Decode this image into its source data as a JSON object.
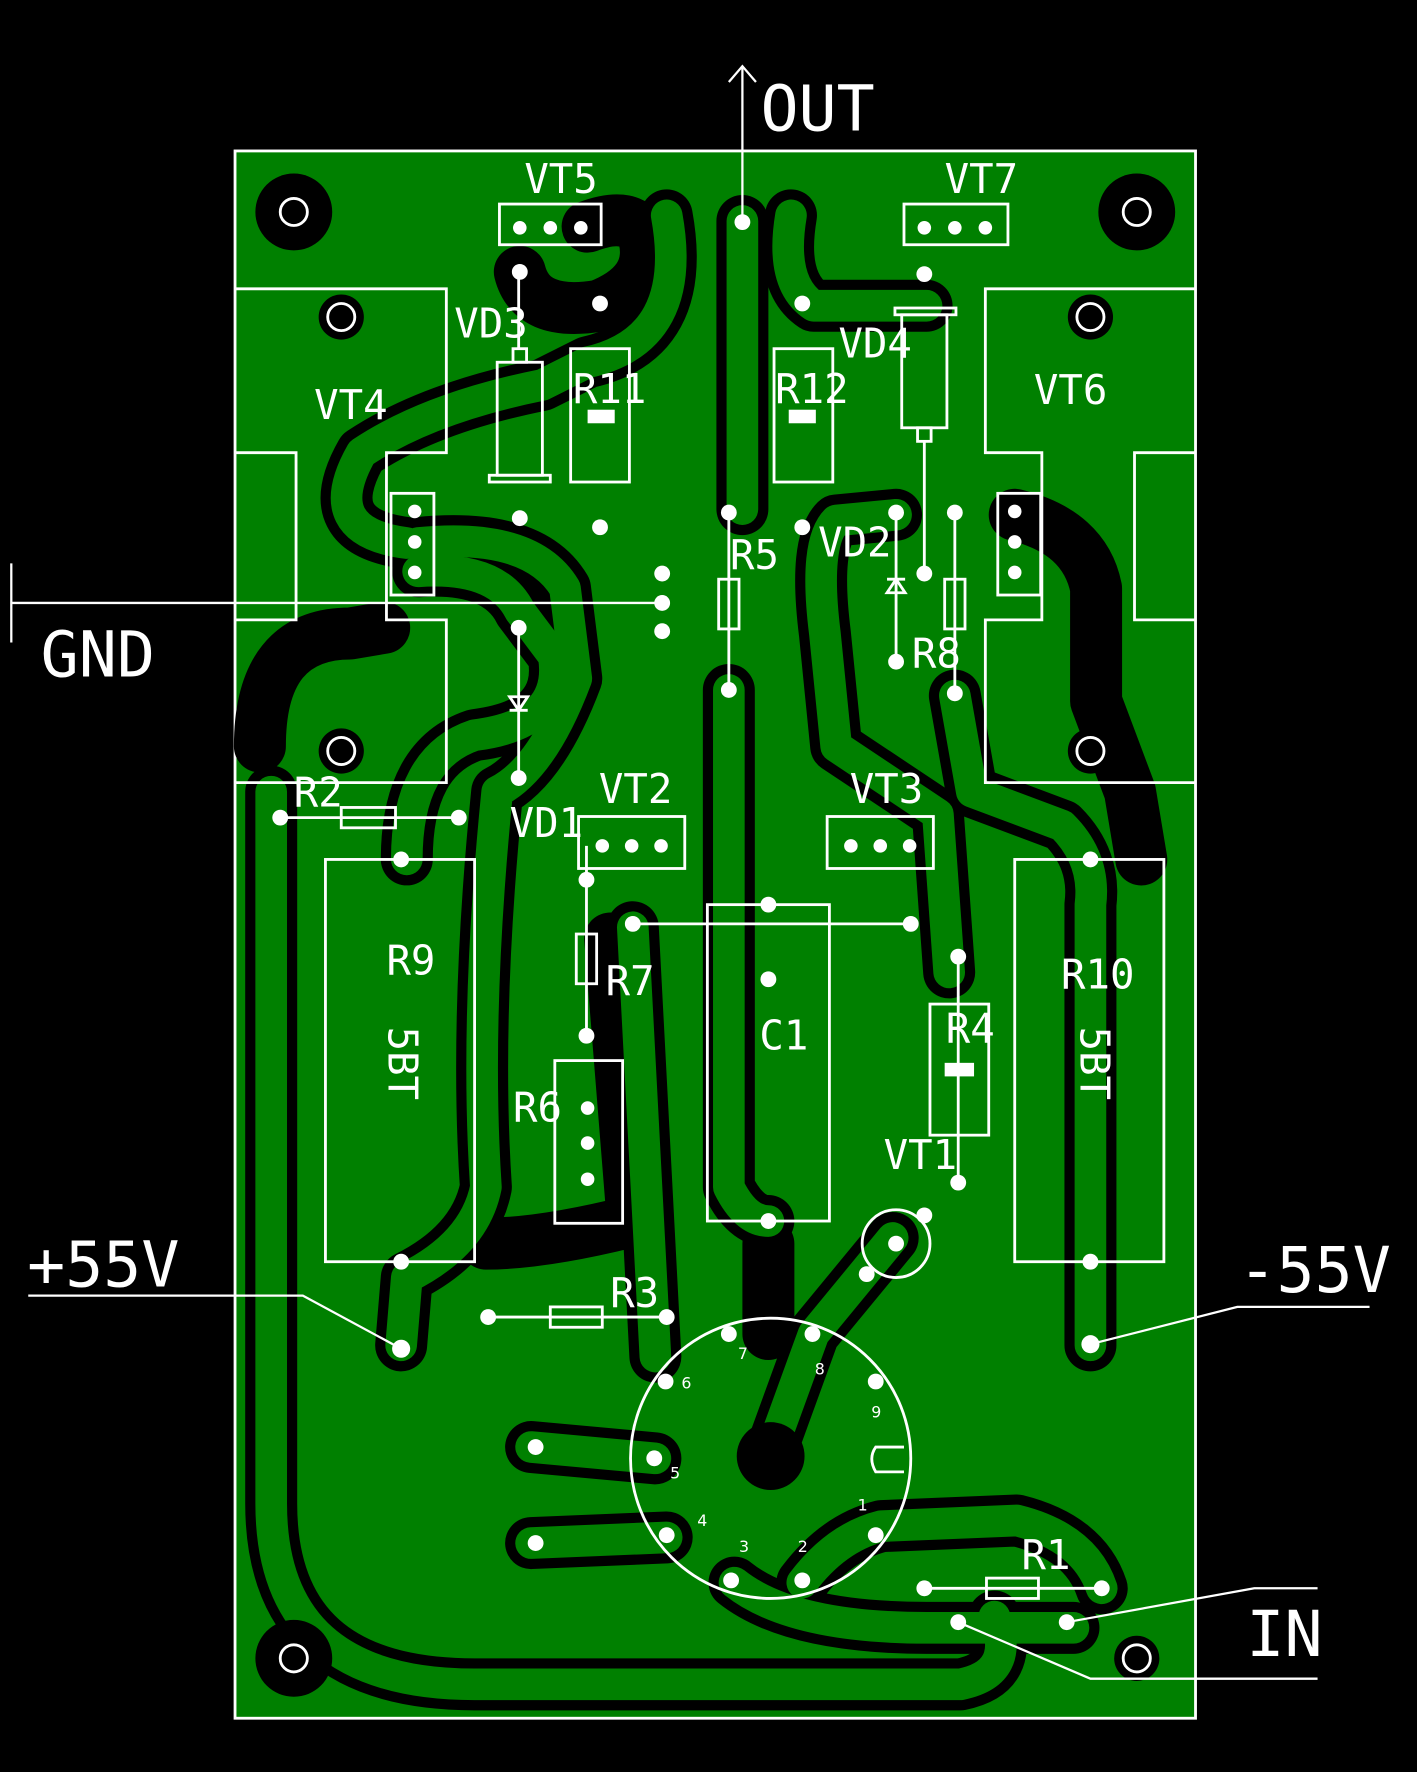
{
  "title": "Amplifier PCB layout",
  "colors": {
    "background": "#000000",
    "copper": "#008000",
    "silkscreen": "#ffffff"
  },
  "terminals": {
    "out": "OUT",
    "gnd": "GND",
    "vplus": "+55V",
    "vminus": "-55V",
    "in": "IN"
  },
  "components": {
    "vt1": "VT1",
    "vt2": "VT2",
    "vt3": "VT3",
    "vt4": "VT4",
    "vt5": "VT5",
    "vt6": "VT6",
    "vt7": "VT7",
    "vd1": "VD1",
    "vd2": "VD2",
    "vd3": "VD3",
    "vd4": "VD4",
    "r1": "R1",
    "r2": "R2",
    "r3": "R3",
    "r4": "R4",
    "r5": "R5",
    "r6": "R6",
    "r7": "R7",
    "r8": "R8",
    "r9": "R9",
    "r10": "R10",
    "r11": "R11",
    "r12": "R12",
    "c1": "C1",
    "r9_power": "5BT",
    "r10_power": "5BT"
  },
  "socket_pins": [
    "1",
    "2",
    "3",
    "4",
    "5",
    "6",
    "7",
    "8",
    "9"
  ]
}
